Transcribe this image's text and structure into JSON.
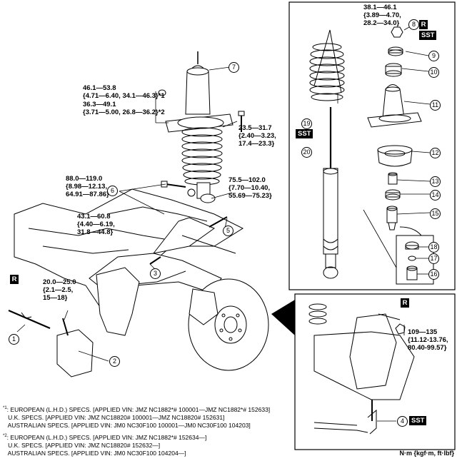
{
  "specs": {
    "upper_mount": [
      "46.1—53.8",
      "{4.71—6.40, 34.1—46.3}*1"
    ],
    "upper_mount_alt": [
      "36.3—49.1",
      "{3.71—5.00, 26.8—36.2}*2"
    ],
    "mount_bolt": [
      "23.5—31.7",
      "{2.40—3.23,",
      "17.4—23.3}"
    ],
    "lower_bolt": [
      "88.0—119.0",
      "{8.98—12.13,",
      "64.91—87.86}"
    ],
    "stabilizer": [
      "75.5—102.0",
      "{7.70—10.40,",
      "55.69—75.23}"
    ],
    "arm_bolt": [
      "43.1—60.8",
      "{4.40—6.19,",
      "31.8—44.8}"
    ],
    "caliper_bolt": [
      "20.0—25.0",
      "{2.1—2.5,",
      "15—18}"
    ],
    "top_nut": [
      "38.1—46.1",
      "{3.89—4.70,",
      "28.2—34.0}"
    ],
    "knuckle_nut": [
      "109—135",
      "{11.12-13.76,",
      "80.40-99.57}"
    ]
  },
  "callouts": [
    "1",
    "2",
    "3",
    "4",
    "5",
    "6",
    "7",
    "8",
    "9",
    "10",
    "11",
    "12",
    "13",
    "14",
    "15",
    "16",
    "17",
    "18",
    "19",
    "20"
  ],
  "badges": {
    "replace": "R",
    "sst": "SST"
  },
  "footnotes": {
    "n1_mark": "*1",
    "n1": [
      ": EUROPEAN (L.H.D.) SPECS. [APPLIED VIN: JMZ NC1882*# 100001—JMZ NC1882*# 152633]",
      "U.K. SPECS. [APPLIED VIN: JMZ NC18820# 100001—JMZ NC18820# 152631]",
      "AUSTRALIAN SPECS. [APPLIED VIN: JM0 NC30F100 100001—JM0 NC30F100 104203]"
    ],
    "n2_mark": "*2",
    "n2": [
      ": EUROPEAN (L.H.D.) SPECS. [APPLIED VIN: JMZ NC1882*# 152634—]",
      "U.K. SPECS. [APPLIED VIN: JMZ NC18820# 152632—]",
      "AUSTRALIAN SPECS. [APPLIED VIN: JM0 NC30F100 104204—]"
    ]
  },
  "units": "N·m {kgf·m, ft·lbf}"
}
